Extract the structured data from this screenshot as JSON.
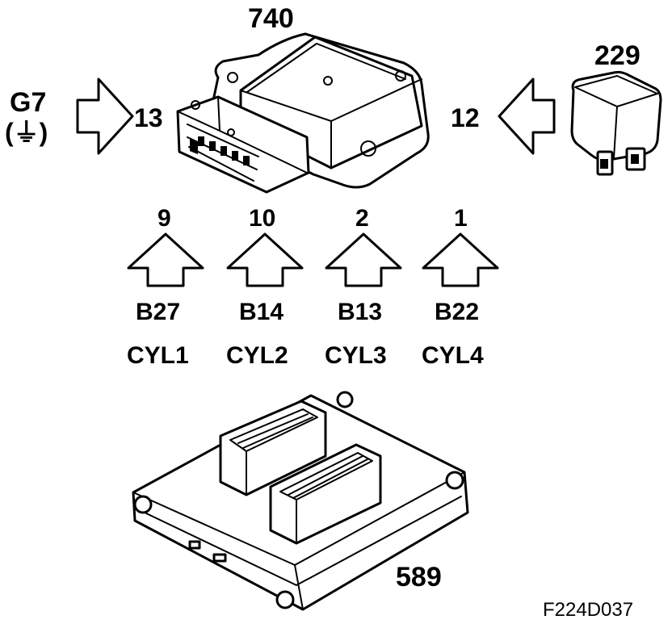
{
  "components": {
    "ignition_module": {
      "label": "740"
    },
    "relay": {
      "label": "229"
    },
    "control_module": {
      "label": "589"
    },
    "ground": {
      "label": "G7",
      "symbol": "(⏚)"
    }
  },
  "pins": {
    "left_input": "13",
    "right_input": "12"
  },
  "inputs": [
    {
      "pin": "9",
      "connector": "B27",
      "cylinder": "CYL1"
    },
    {
      "pin": "10",
      "connector": "B14",
      "cylinder": "CYL2"
    },
    {
      "pin": "2",
      "connector": "B13",
      "cylinder": "CYL3"
    },
    {
      "pin": "1",
      "connector": "B22",
      "cylinder": "CYL4"
    }
  ],
  "figure_code": "F224D037"
}
